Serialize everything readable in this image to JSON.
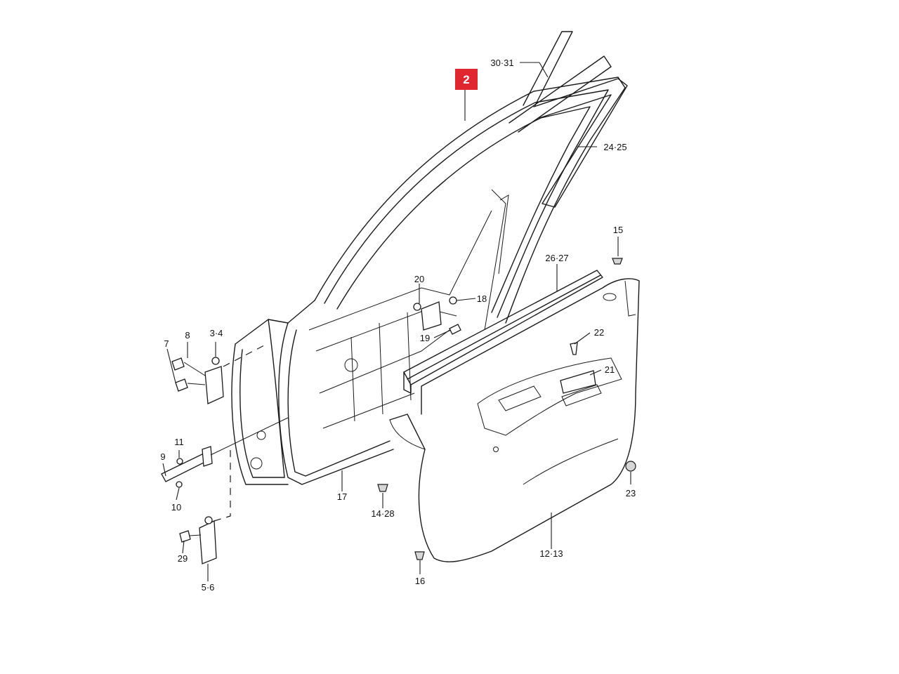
{
  "highlight": {
    "part": "2",
    "color": "#e0262f"
  },
  "labels": {
    "p30_31": "30·31",
    "p24_25": "24·25",
    "p15": "15",
    "p26_27": "26·27",
    "p20": "20",
    "p18": "18",
    "p19": "19",
    "p22": "22",
    "p21": "21",
    "p8": "8",
    "p7": "7",
    "p3_4": "3·4",
    "p11": "11",
    "p9": "9",
    "p10": "10",
    "p17": "17",
    "p14_28": "14·28",
    "p23": "23",
    "p12_13": "12·13",
    "p29": "29",
    "p16": "16",
    "p5_6": "5·6"
  }
}
